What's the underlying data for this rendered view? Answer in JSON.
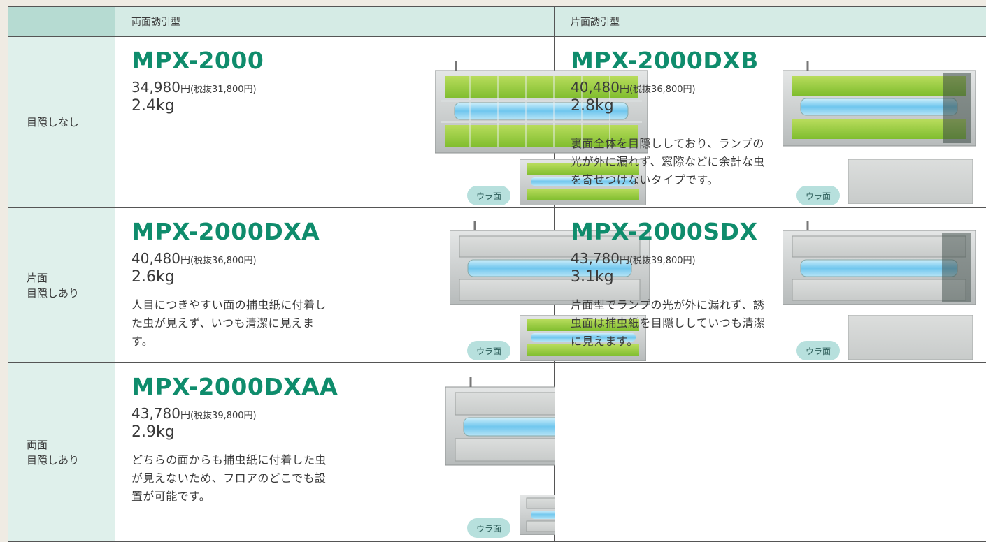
{
  "header": {
    "corner": "",
    "col_double": "両面誘引型",
    "col_single": "片面誘引型"
  },
  "rows": [
    {
      "label": "目隠しなし"
    },
    {
      "label": "片面\n目隠しあり"
    },
    {
      "label": "両面\n目隠しあり"
    }
  ],
  "products": {
    "mpx2000": {
      "model": "MPX-2000",
      "price": "34,980",
      "yen": "円",
      "tax": "(税抜31,800円)",
      "weight": "2.4kg",
      "desc": "",
      "back_label": "ウラ面",
      "front_panel": "green",
      "back_panel": "green"
    },
    "mpx2000dxb": {
      "model": "MPX-2000DXB",
      "price": "40,480",
      "yen": "円",
      "tax": "(税抜36,800円)",
      "weight": "2.8kg",
      "desc": "裏面全体を目隠ししており、ランプの光が外に漏れず、窓際などに余計な虫を寄せつけないタイプです。",
      "back_label": "ウラ面",
      "front_panel": "green",
      "back_panel": "plain"
    },
    "mpx2000dxa": {
      "model": "MPX-2000DXA",
      "price": "40,480",
      "yen": "円",
      "tax": "(税抜36,800円)",
      "weight": "2.6kg",
      "desc": "人目につきやすい面の捕虫紙に付着した虫が見えず、いつも清潔に見えます。",
      "back_label": "ウラ面",
      "front_panel": "covered",
      "back_panel": "green"
    },
    "mpx2000sdx": {
      "model": "MPX-2000SDX",
      "price": "43,780",
      "yen": "円",
      "tax": "(税抜39,800円)",
      "weight": "3.1kg",
      "desc": "片面型でランプの光が外に漏れず、誘虫面は捕虫紙を目隠ししていつも清潔に見えます。",
      "back_label": "ウラ面",
      "front_panel": "covered",
      "back_panel": "plain"
    },
    "mpx2000dxaa": {
      "model": "MPX-2000DXAA",
      "price": "43,780",
      "yen": "円",
      "tax": "(税抜39,800円)",
      "weight": "2.9kg",
      "desc": "どちらの面からも捕虫紙に付着した虫が見えないため、フロアのどこでも設置が可能です。",
      "back_label": "ウラ面",
      "front_panel": "covered",
      "back_panel": "covered"
    }
  },
  "colors": {
    "model": "#0f8c6c",
    "header_bg": "#d5ebe5",
    "row_label_bg": "#dff0eb",
    "badge_bg": "#b7e0dd"
  }
}
